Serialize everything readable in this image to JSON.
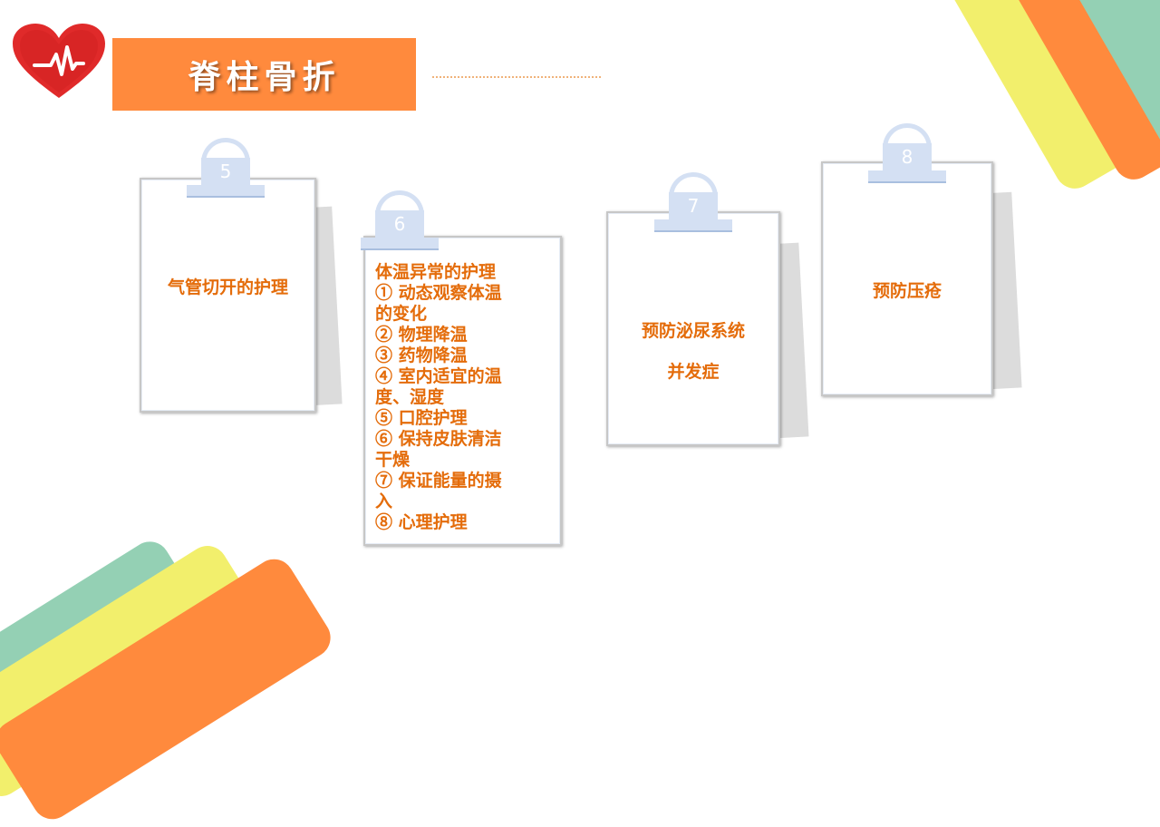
{
  "title": "脊柱骨折",
  "colors": {
    "accent_orange": "#ff8a3d",
    "text_orange": "#e46c0a",
    "yellow": "#f2ef6c",
    "green": "#94d0b4",
    "clip_blue": "#d4e0f3",
    "heart_red": "#e02a2a"
  },
  "logo_icon": "heart-pulse-icon",
  "cards": [
    {
      "number": "5",
      "text": "气管切开的护理"
    },
    {
      "number": "6",
      "lines": [
        "体温异常的护理",
        "① 动态观察体温",
        "的变化",
        "② 物理降温",
        "③ 药物降温",
        "④ 室内适宜的温",
        "度、湿度",
        "⑤ 口腔护理",
        "⑥ 保持皮肤清洁",
        "干燥",
        "⑦ 保证能量的摄",
        "入",
        "⑧ 心理护理"
      ]
    },
    {
      "number": "7",
      "lines": [
        "预防泌尿系统",
        "并发症"
      ]
    },
    {
      "number": "8",
      "text": "预防压疮"
    }
  ]
}
